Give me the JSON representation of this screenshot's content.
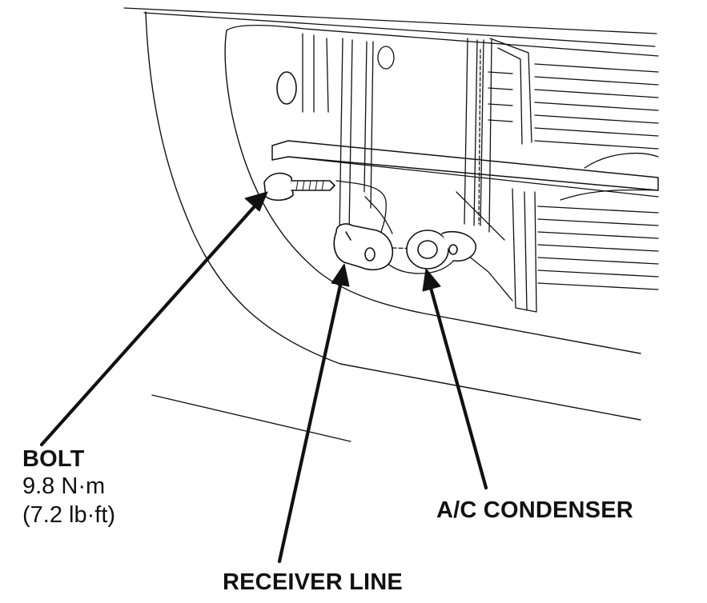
{
  "labels": {
    "bolt_title": "BOLT",
    "bolt_torque_metric": "9.8 N·m",
    "bolt_torque_imperial": "(7.2 lb·ft)",
    "condenser": "A/C CONDENSER",
    "receiver_line": "RECEIVER LINE"
  },
  "colors": {
    "line": "#111111",
    "background": "#ffffff"
  }
}
